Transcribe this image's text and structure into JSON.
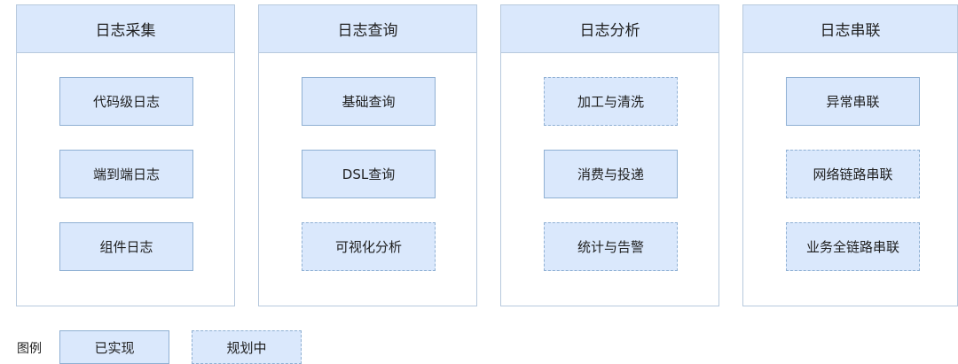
{
  "columns": [
    {
      "title": "日志采集",
      "items": [
        {
          "label": "代码级日志",
          "status": "implemented"
        },
        {
          "label": "端到端日志",
          "status": "implemented"
        },
        {
          "label": "组件日志",
          "status": "implemented"
        }
      ]
    },
    {
      "title": "日志查询",
      "items": [
        {
          "label": "基础查询",
          "status": "implemented"
        },
        {
          "label": "DSL查询",
          "status": "implemented"
        },
        {
          "label": "可视化分析",
          "status": "planned"
        }
      ]
    },
    {
      "title": "日志分析",
      "items": [
        {
          "label": "加工与清洗",
          "status": "planned"
        },
        {
          "label": "消费与投递",
          "status": "implemented"
        },
        {
          "label": "统计与告警",
          "status": "planned"
        }
      ]
    },
    {
      "title": "日志串联",
      "items": [
        {
          "label": "异常串联",
          "status": "implemented"
        },
        {
          "label": "网络链路串联",
          "status": "planned"
        },
        {
          "label": "业务全链路串联",
          "status": "planned"
        }
      ]
    }
  ],
  "legend": {
    "label": "图例",
    "implemented": "已实现",
    "planned": "规划中"
  },
  "colors": {
    "fill": "#dae8fc",
    "border": "#8fb0d3",
    "column_border": "#b7c9dd"
  }
}
